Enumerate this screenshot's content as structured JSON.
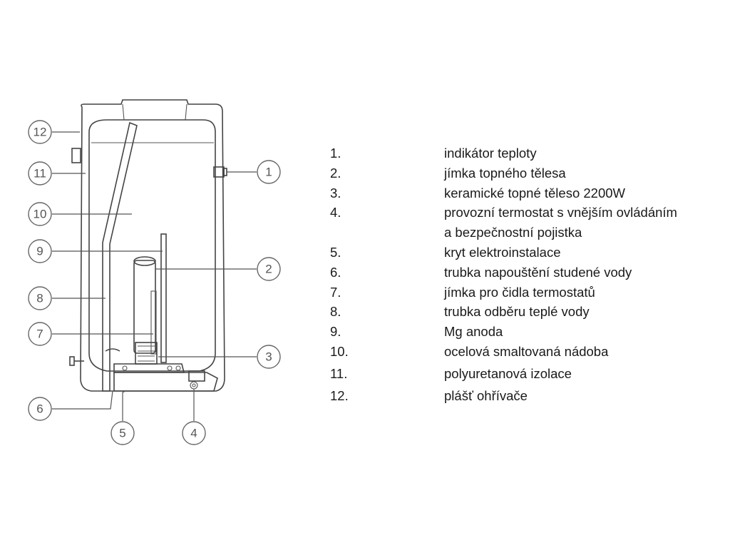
{
  "diagram": {
    "callouts": [
      "12",
      "11",
      "10",
      "9",
      "8",
      "7",
      "6",
      "5",
      "4",
      "3",
      "2",
      "1"
    ]
  },
  "legend": {
    "items": [
      {
        "num": "1.",
        "text": "indikátor teploty"
      },
      {
        "num": "2.",
        "text": "jímka topného tělesa"
      },
      {
        "num": "3.",
        "text": "keramické topné těleso 2200W"
      },
      {
        "num": "4.",
        "text": "provozní termostat s vnějším ovládáním",
        "text2": "a bezpečnostní pojistka"
      },
      {
        "num": "5.",
        "text": "kryt elektroinstalace"
      },
      {
        "num": "6.",
        "text": "trubka napouštění studené vody"
      },
      {
        "num": "7.",
        "text": "jímka pro čidla termostatů"
      },
      {
        "num": "8.",
        "text": "trubka odběru teplé vody"
      },
      {
        "num": "9.",
        "text": "Mg anoda"
      },
      {
        "num": "10.",
        "text": "ocelová smaltovaná nádoba"
      },
      {
        "num": "11.",
        "text": "polyuretanová izolace"
      },
      {
        "num": "12.",
        "text": "plášť ohřívače"
      }
    ]
  }
}
